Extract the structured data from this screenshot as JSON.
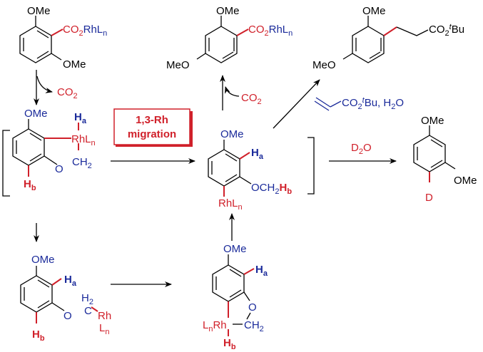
{
  "title": "1,3-Rh migration mechanism scheme",
  "colors": {
    "red": "#d0202a",
    "blue": "#1a2a9a",
    "black": "#000000"
  },
  "labels": {
    "OMe": "OMe",
    "MeO": "MeO",
    "CO": "CO",
    "sub2": "2",
    "RhL": "RhL",
    "subn": "n",
    "Rh": "Rh",
    "L": "L",
    "Ha_H": "H",
    "sub_a": "a",
    "sub_b": "b",
    "O": "O",
    "CH": "CH",
    "H": "H",
    "D": "D",
    "tBu_t": "t",
    "Bu": "Bu",
    "H2O_comma": ", H",
    "O_end": "O",
    "OCH": "OCH"
  },
  "migration_box": {
    "line1": "1,3-Rh",
    "line2": "migration"
  },
  "reagents": {
    "co2_loss": "CO2",
    "acrylate": "CO2tBu, H2O",
    "d2o": "D2O"
  }
}
